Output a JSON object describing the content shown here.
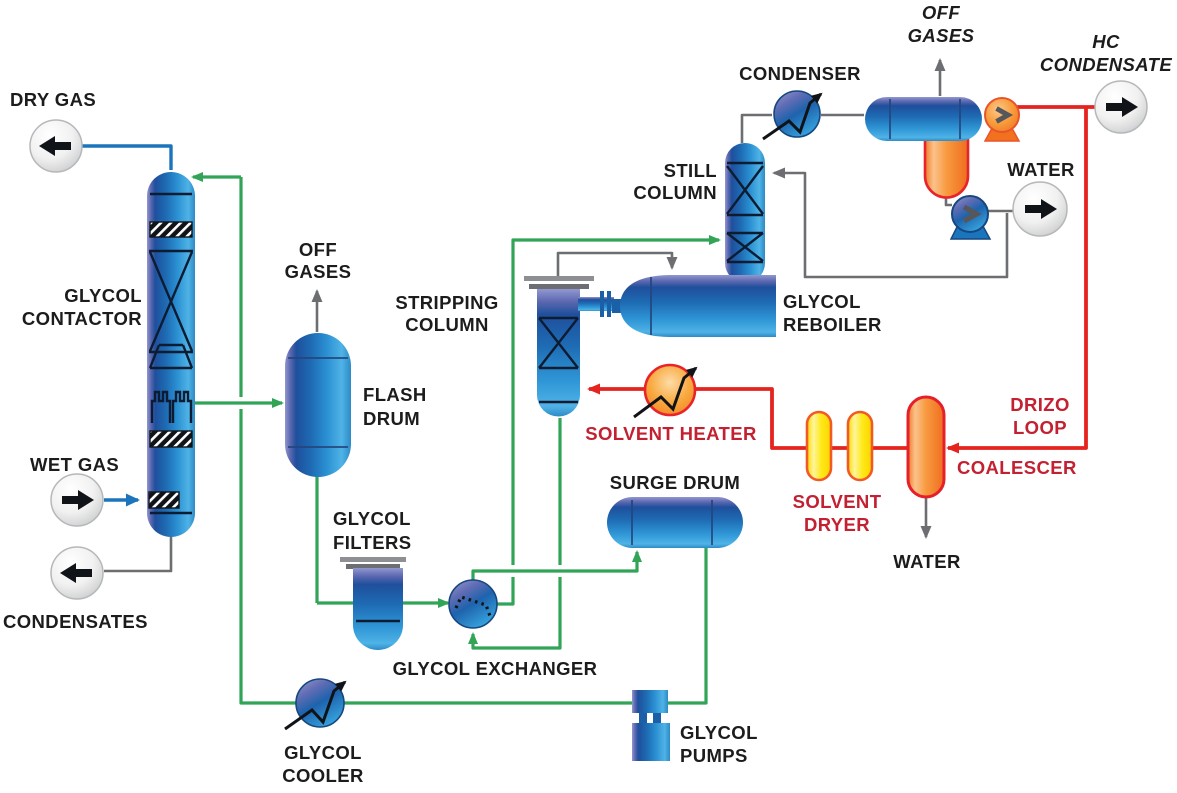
{
  "colors": {
    "line_green": "#31a457",
    "line_gray": "#6d6e71",
    "line_blue": "#1c75bc",
    "line_red": "#e5231f",
    "label_black": "#1c1c1e",
    "label_red": "#c32031"
  },
  "labels": {
    "dry_gas": "DRY GAS",
    "glycol_contactor": [
      "GLYCOL",
      "CONTACTOR"
    ],
    "wet_gas": "WET GAS",
    "condensates": "CONDENSATES",
    "off_gases_flash": [
      "OFF",
      "GASES"
    ],
    "flash_drum": [
      "FLASH",
      "DRUM"
    ],
    "glycol_filters": [
      "GLYCOL",
      "FILTERS"
    ],
    "glycol_exchanger": "GLYCOL EXCHANGER",
    "glycol_cooler": [
      "GLYCOL",
      "COOLER"
    ],
    "surge_drum": "SURGE DRUM",
    "glycol_pumps": [
      "GLYCOL",
      "PUMPS"
    ],
    "stripping_column": [
      "STRIPPING",
      "COLUMN"
    ],
    "still_column": [
      "STILL",
      "COLUMN"
    ],
    "condenser": "CONDENSER",
    "glycol_reboiler": [
      "GLYCOL",
      "REBOILER"
    ],
    "off_gases_top": [
      "OFF",
      "GASES"
    ],
    "hc_condensate": [
      "HC",
      "CONDENSATE"
    ],
    "water_top": "WATER",
    "solvent_heater": "SOLVENT HEATER",
    "solvent_dryer": [
      "SOLVENT",
      "DRYER"
    ],
    "coalescer": "COALESCER",
    "drizo_loop": [
      "DRIZO",
      "LOOP"
    ],
    "water_bottom": "WATER"
  }
}
